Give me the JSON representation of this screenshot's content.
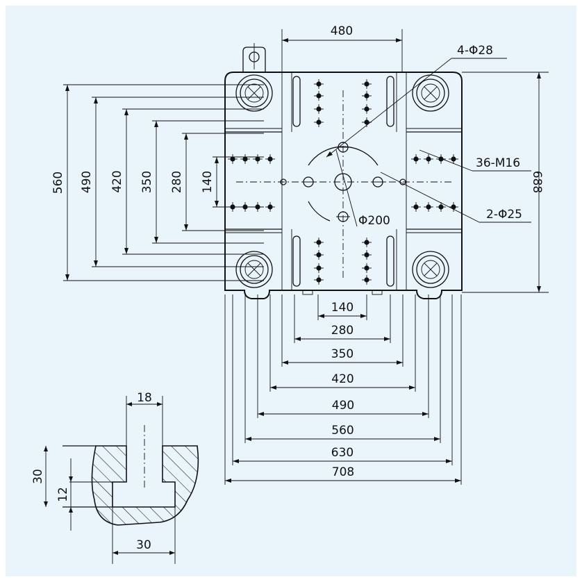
{
  "colors": {
    "background": "#eaf4fb",
    "ink": "#111111",
    "frame": "#ffffff"
  },
  "labels": {
    "top_width": "480",
    "hole_callout": "4-Φ28",
    "thread_callout": "36-M16",
    "pin_callout": "2-Φ25",
    "circle_dia": "Φ200",
    "height_overall": "688",
    "v_dims": [
      "560",
      "490",
      "420",
      "350",
      "280",
      "140"
    ],
    "h_dims": [
      "140",
      "280",
      "350",
      "420",
      "490",
      "560",
      "630",
      "708"
    ],
    "slot_top": "18",
    "slot_depth": "30",
    "slot_neck": "12",
    "slot_bottom": "30"
  }
}
